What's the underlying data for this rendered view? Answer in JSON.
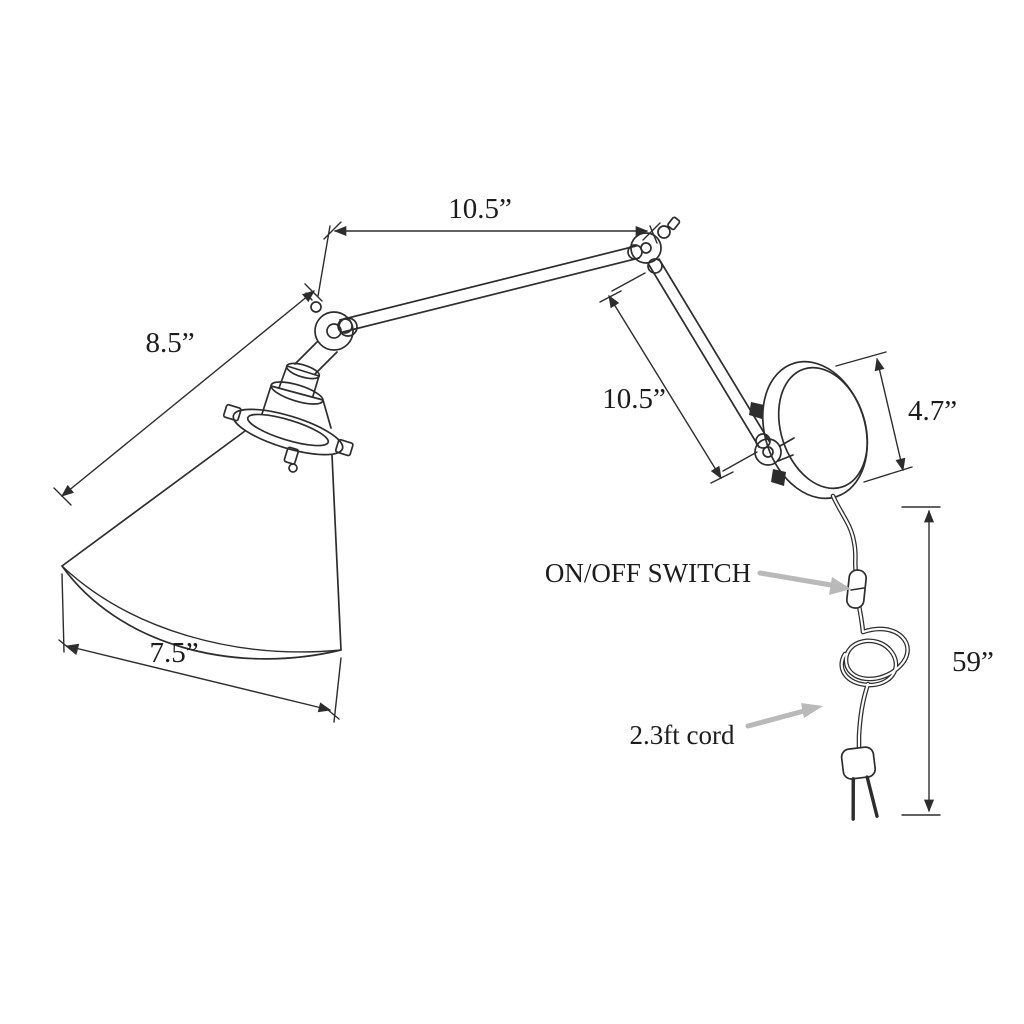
{
  "diagram": {
    "colors": {
      "ink": "#2d2d2d",
      "callout_arrow": "#b9b9b9"
    },
    "labels": {
      "upper_arm": "10.5”",
      "lower_arm": "10.5”",
      "shade_slant": "8.5”",
      "shade_width": "7.5”",
      "backplate": "4.7”",
      "cord_total": "59”",
      "switch": "ON/OFF SWITCH",
      "cord": "2.3ft cord"
    }
  }
}
